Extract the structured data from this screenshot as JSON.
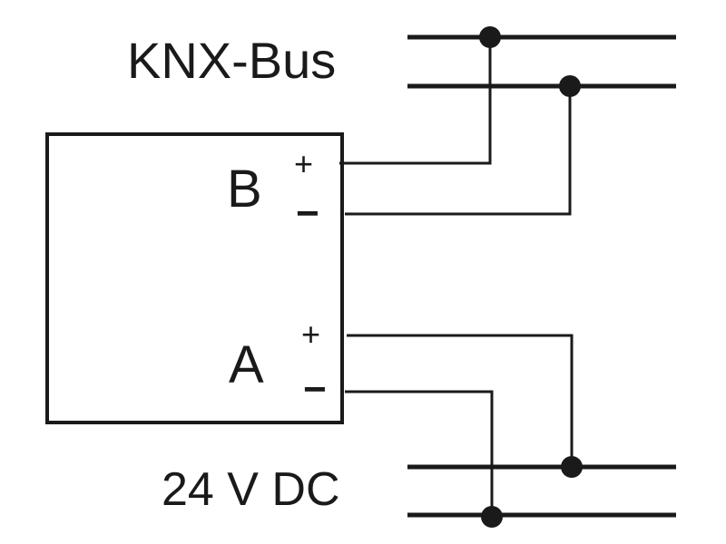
{
  "bus_label": "KNX-Bus",
  "supply_label": "24 V DC",
  "terminal_b": {
    "name": "B",
    "plus": "+",
    "minus": "−"
  },
  "terminal_a": {
    "name": "A",
    "plus": "+",
    "minus": "−"
  },
  "line_color": "#1a1a1a"
}
